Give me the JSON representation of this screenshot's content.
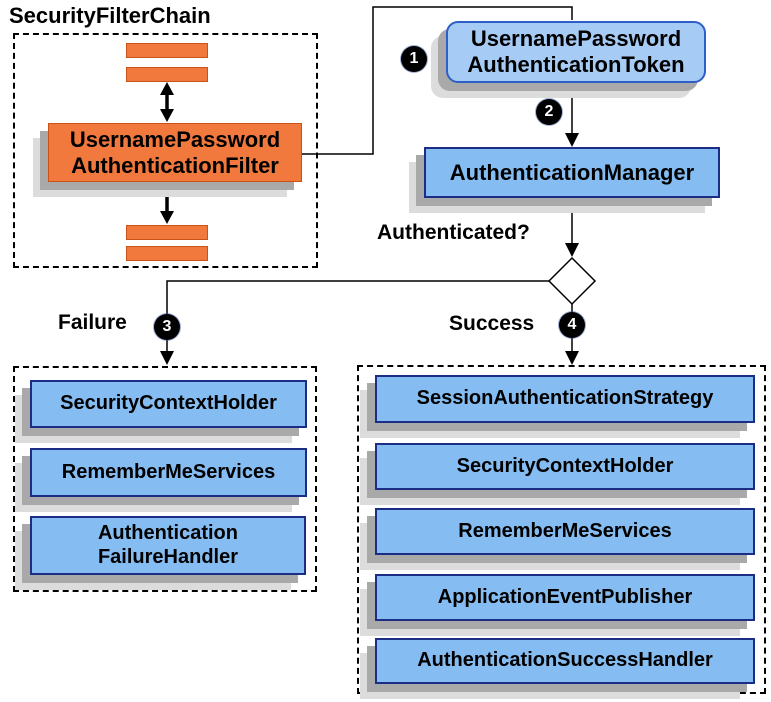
{
  "colors": {
    "orange": "#f2793d",
    "orange-border": "#c9511a",
    "blue": "#85bdf2",
    "blue-light": "#a6cbf5",
    "navy": "#1c2d86",
    "blue-border": "#2e5fc8",
    "shadow": "#a9a9a9",
    "shadow-light": "#dcdcdc"
  },
  "title": "SecurityFilterChain",
  "filter": {
    "label": "UsernamePassword\nAuthenticationFilter"
  },
  "token": {
    "label": "UsernamePassword\nAuthenticationToken"
  },
  "manager": {
    "label": "AuthenticationManager"
  },
  "question": {
    "label": "Authenticated?"
  },
  "badges": {
    "b1": "1",
    "b2": "2",
    "b3": "3",
    "b4": "4"
  },
  "failure": {
    "label": "Failure",
    "items": [
      {
        "label": "SecurityContextHolder"
      },
      {
        "label": "RememberMeServices"
      },
      {
        "label": "Authentication\nFailureHandler"
      }
    ]
  },
  "success": {
    "label": "Success",
    "items": [
      {
        "label": "SessionAuthenticationStrategy"
      },
      {
        "label": "SecurityContextHolder"
      },
      {
        "label": "RememberMeServices"
      },
      {
        "label": "ApplicationEventPublisher"
      },
      {
        "label": "AuthenticationSuccessHandler"
      }
    ]
  }
}
